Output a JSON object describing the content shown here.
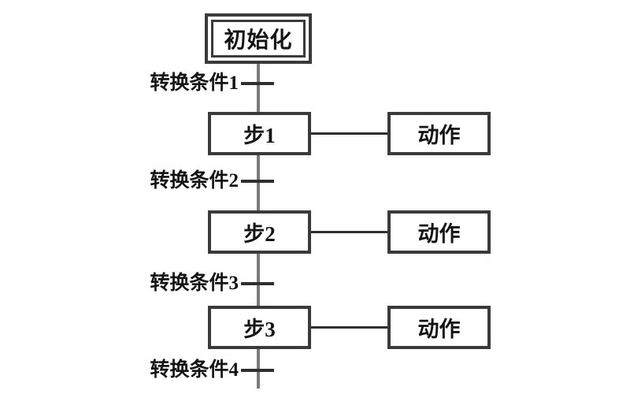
{
  "diagram": {
    "type": "sequential-function-chart",
    "background_color": "#ffffff",
    "spine_color": "#7b7b7b",
    "border_color": "#3a3a3a",
    "text_color": "#141414",
    "initial_step": {
      "label": "初始化"
    },
    "steps": [
      {
        "label": "步1",
        "action": "动作"
      },
      {
        "label": "步2",
        "action": "动作"
      },
      {
        "label": "步3",
        "action": "动作"
      }
    ],
    "transitions": [
      {
        "label": "转换条件1"
      },
      {
        "label": "转换条件2"
      },
      {
        "label": "转换条件3"
      },
      {
        "label": "转换条件4"
      }
    ]
  }
}
